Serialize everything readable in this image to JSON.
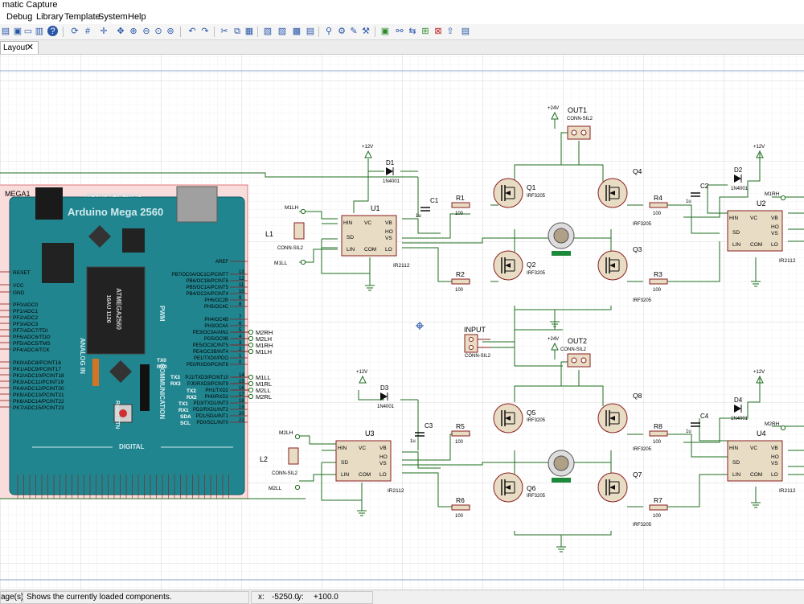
{
  "app": {
    "title": "matic Capture"
  },
  "menu": [
    "Debug",
    "Library",
    "Template",
    "System",
    "Help"
  ],
  "tab": {
    "label": "Layout",
    "close": "✕"
  },
  "status": {
    "left": "age(s)",
    "message": "Shows the currently loaded components.",
    "x_label": "x:",
    "x_value": "-5250.0",
    "y_label": "y:",
    "y_value": "+100.0"
  },
  "mega": {
    "ref": "MEGA1",
    "model": "ARDUINO MEGA2560 V2",
    "name": "Arduino Mega 2560",
    "chip_lines": [
      "ATMEGA2560",
      "16AU 1126"
    ],
    "section_analog": "ANALOG IN",
    "section_pwm": "PWM",
    "section_comm": "COMMUNICATION",
    "section_digital": "DIGITAL",
    "reset_btn": "Reset BTN",
    "left_pins": [
      "RESET",
      "VCC",
      "GND",
      "PF0/ADC0",
      "PF1/ADC1",
      "PF2/ADC2",
      "PF3/ADC3",
      "PF7/ADC7/TDI",
      "PF6/ADC6/TDO",
      "PF5/ADC5/TMS",
      "PF4/ADC4/TCK",
      "PK0/ADC8/PCINT16",
      "PK1/ADC9/PCINT17",
      "PK2/ADC10/PCINT18",
      "PK3/ADC11/PCINT19",
      "PK4/ADC12/PCINT20",
      "PK5/ADC13/PCINT21",
      "PK6/ADC14/PCINT22",
      "PK7/ADC15/PCINT23"
    ],
    "right_pins": [
      {
        "name": "AREF",
        "num": ""
      },
      {
        "name": "PB7/OC0A/OC1C/PCINT7",
        "num": "13"
      },
      {
        "name": "PB6/OC1B/PCINT6",
        "num": "12"
      },
      {
        "name": "PB5/OC1A/PCINT5",
        "num": "11"
      },
      {
        "name": "PB4/OC2A/PCINT4",
        "num": "10"
      },
      {
        "name": "PH6/OC2B",
        "num": "9"
      },
      {
        "name": "PH5/OC4C",
        "num": "8"
      },
      {
        "name": "PH4/OC4B",
        "num": "7"
      },
      {
        "name": "PH3/OC4A",
        "num": "6"
      },
      {
        "name": "PE3/OC3A/AIN1",
        "num": "5"
      },
      {
        "name": "PG5/OC0B",
        "num": "4"
      },
      {
        "name": "PE5/OC3C/INT5",
        "num": "3"
      },
      {
        "name": "PE4/OC3B/INT4",
        "num": "2"
      },
      {
        "name": "PE1/TXD0/PDO",
        "num": "1"
      },
      {
        "name": "PE0/RXD0/PCINT8",
        "num": "0"
      },
      {
        "name": "PJ1/TXD3/PCINT10",
        "num": "14"
      },
      {
        "name": "PJ0/RXD3/PCINT9",
        "num": "15"
      },
      {
        "name": "PH1/TXD2",
        "num": "16"
      },
      {
        "name": "PH0/RXD2",
        "num": "17"
      },
      {
        "name": "PD3/TXD1/INT3",
        "num": "18"
      },
      {
        "name": "PD2/RXD1/INT2",
        "num": "19"
      },
      {
        "name": "PD1/SDA/INT1",
        "num": "20"
      },
      {
        "name": "PD0/SCL/INT0",
        "num": "21"
      }
    ],
    "comm_labels": [
      "TX0",
      "RX0",
      "TX3",
      "RX3",
      "TX2",
      "RX2",
      "TX1",
      "RX1",
      "SDA",
      "SCL"
    ],
    "terminals_top": [
      "M2RH",
      "M2LH",
      "M1RH",
      "M1LH"
    ],
    "terminals_bottom": [
      "M1LL",
      "M1RL",
      "M2LL",
      "M2RL"
    ]
  },
  "drivers": [
    {
      "ref": "U1",
      "type": "IR2112",
      "diode": "D1",
      "diode_type": "1N4001",
      "cap": "C1",
      "cap_val": "1u",
      "supply": "+12V",
      "in_h": "M1LH",
      "in_l": "M1LL",
      "conn": "L1",
      "conn_type": "CONN-SIL2"
    },
    {
      "ref": "U2",
      "type": "IR2112",
      "diode": "D2",
      "diode_type": "1N4001",
      "cap": "C2",
      "cap_val": "1u",
      "supply": "+12V",
      "in_h": "M1RH",
      "in_l": "",
      "conn": "",
      "conn_type": ""
    },
    {
      "ref": "U3",
      "type": "IR2112",
      "diode": "D3",
      "diode_type": "1N4001",
      "cap": "C3",
      "cap_val": "1u",
      "supply": "+12V",
      "in_h": "M2LH",
      "in_l": "M2LL",
      "conn": "L2",
      "conn_type": "CONN-SIL2"
    },
    {
      "ref": "U4",
      "type": "IR2112",
      "diode": "D4",
      "diode_type": "1N4001",
      "cap": "C4",
      "cap_val": "1u",
      "supply": "+12V",
      "in_h": "M2RH",
      "in_l": "",
      "conn": "",
      "conn_type": ""
    }
  ],
  "driver_pins": {
    "hin": "HIN",
    "vc": "VC",
    "vb": "VB",
    "sd": "SD",
    "ho": "HO",
    "vs": "VS",
    "lin": "LIN",
    "com": "COM",
    "lo": "LO"
  },
  "mosfets": [
    {
      "ref": "Q1",
      "type": "IRF3205"
    },
    {
      "ref": "Q2",
      "type": "IRF3205"
    },
    {
      "ref": "Q3",
      "type": "IRF3205"
    },
    {
      "ref": "Q4",
      "type": "IRF3205"
    },
    {
      "ref": "Q5",
      "type": "IRF3205"
    },
    {
      "ref": "Q6",
      "type": "IRF3205"
    },
    {
      "ref": "Q7",
      "type": "IRF3205"
    },
    {
      "ref": "Q8",
      "type": "IRF3205"
    }
  ],
  "resistors": [
    {
      "ref": "R1",
      "val": "100"
    },
    {
      "ref": "R2",
      "val": "100"
    },
    {
      "ref": "R3",
      "val": "100"
    },
    {
      "ref": "R4",
      "val": "100"
    },
    {
      "ref": "R5",
      "val": "100"
    },
    {
      "ref": "R6",
      "val": "100"
    },
    {
      "ref": "R7",
      "val": "100"
    },
    {
      "ref": "R8",
      "val": "100"
    }
  ],
  "outputs": [
    {
      "ref": "OUT1",
      "type": "CONN-SIL2",
      "supply": "+24V"
    },
    {
      "ref": "OUT2",
      "type": "CONN-SIL2",
      "supply": "+24V"
    }
  ],
  "input": {
    "ref": "INPUT",
    "type": "CONN-SIL2"
  }
}
